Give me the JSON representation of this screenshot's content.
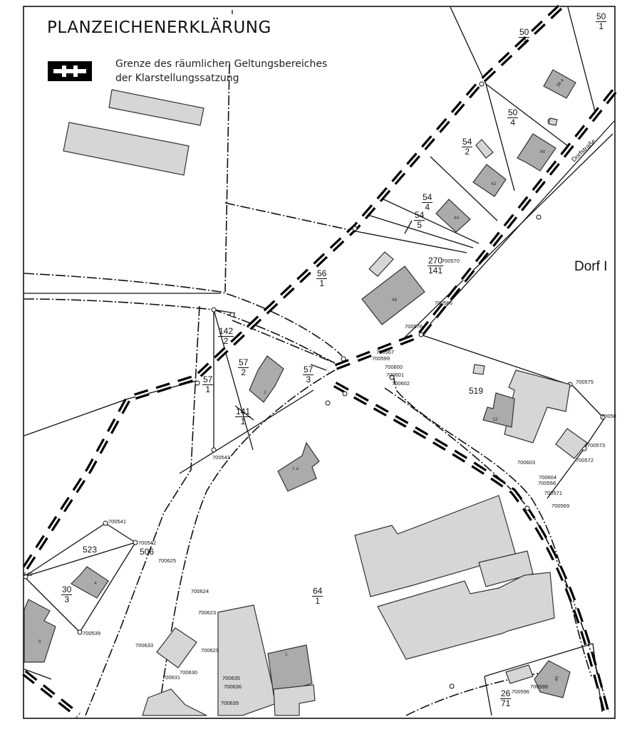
{
  "legend": {
    "title": "PLANZEICHENERKLÄRUNG",
    "line1": "Grenze des räumlichen Geltungsbereiches",
    "line2": "der Klarstellungssatzung"
  },
  "place_name": "Dorf I",
  "street_name": "Dorfstraße",
  "fractions": [
    {
      "num": "50",
      "den": "1"
    },
    {
      "num": "50",
      "den": "3"
    },
    {
      "num": "50",
      "den": "4"
    },
    {
      "num": "54",
      "den": "2"
    },
    {
      "num": "54",
      "den": "4"
    },
    {
      "num": "54",
      "den": "5"
    },
    {
      "num": "270",
      "den": "141"
    },
    {
      "num": "56",
      "den": "1"
    },
    {
      "num": "142",
      "den": "2"
    },
    {
      "num": "57",
      "den": "2"
    },
    {
      "num": "57",
      "den": "3"
    },
    {
      "num": "57",
      "den": "1"
    },
    {
      "num": "141",
      "den": "1"
    },
    {
      "num": "30",
      "den": "3"
    },
    {
      "num": "64",
      "den": "1"
    },
    {
      "num": "26",
      "den": "71"
    }
  ],
  "parcels": [
    "519",
    "523",
    "506"
  ],
  "points": [
    "700570",
    "700566",
    "700576",
    "700567",
    "700599",
    "700600",
    "700601",
    "700602",
    "700575",
    "700573",
    "700572",
    "700603",
    "700604",
    "700568",
    "700571",
    "700569",
    "700543",
    "700541",
    "700542",
    "700625",
    "700624",
    "700623",
    "700539",
    "700633",
    "700629",
    "700630",
    "700631",
    "700635",
    "700636",
    "700639",
    "700596",
    "700595",
    "540",
    "70058"
  ],
  "house_numbers": [
    "38 a",
    "40",
    "42",
    "44",
    "46",
    "2",
    "13",
    "1 a",
    "4",
    "6",
    "1",
    "48"
  ],
  "colors": {
    "boundary": "#000000",
    "building_light": "#d4d6d8",
    "building_dark": "#a9abad",
    "line": "#111111"
  }
}
